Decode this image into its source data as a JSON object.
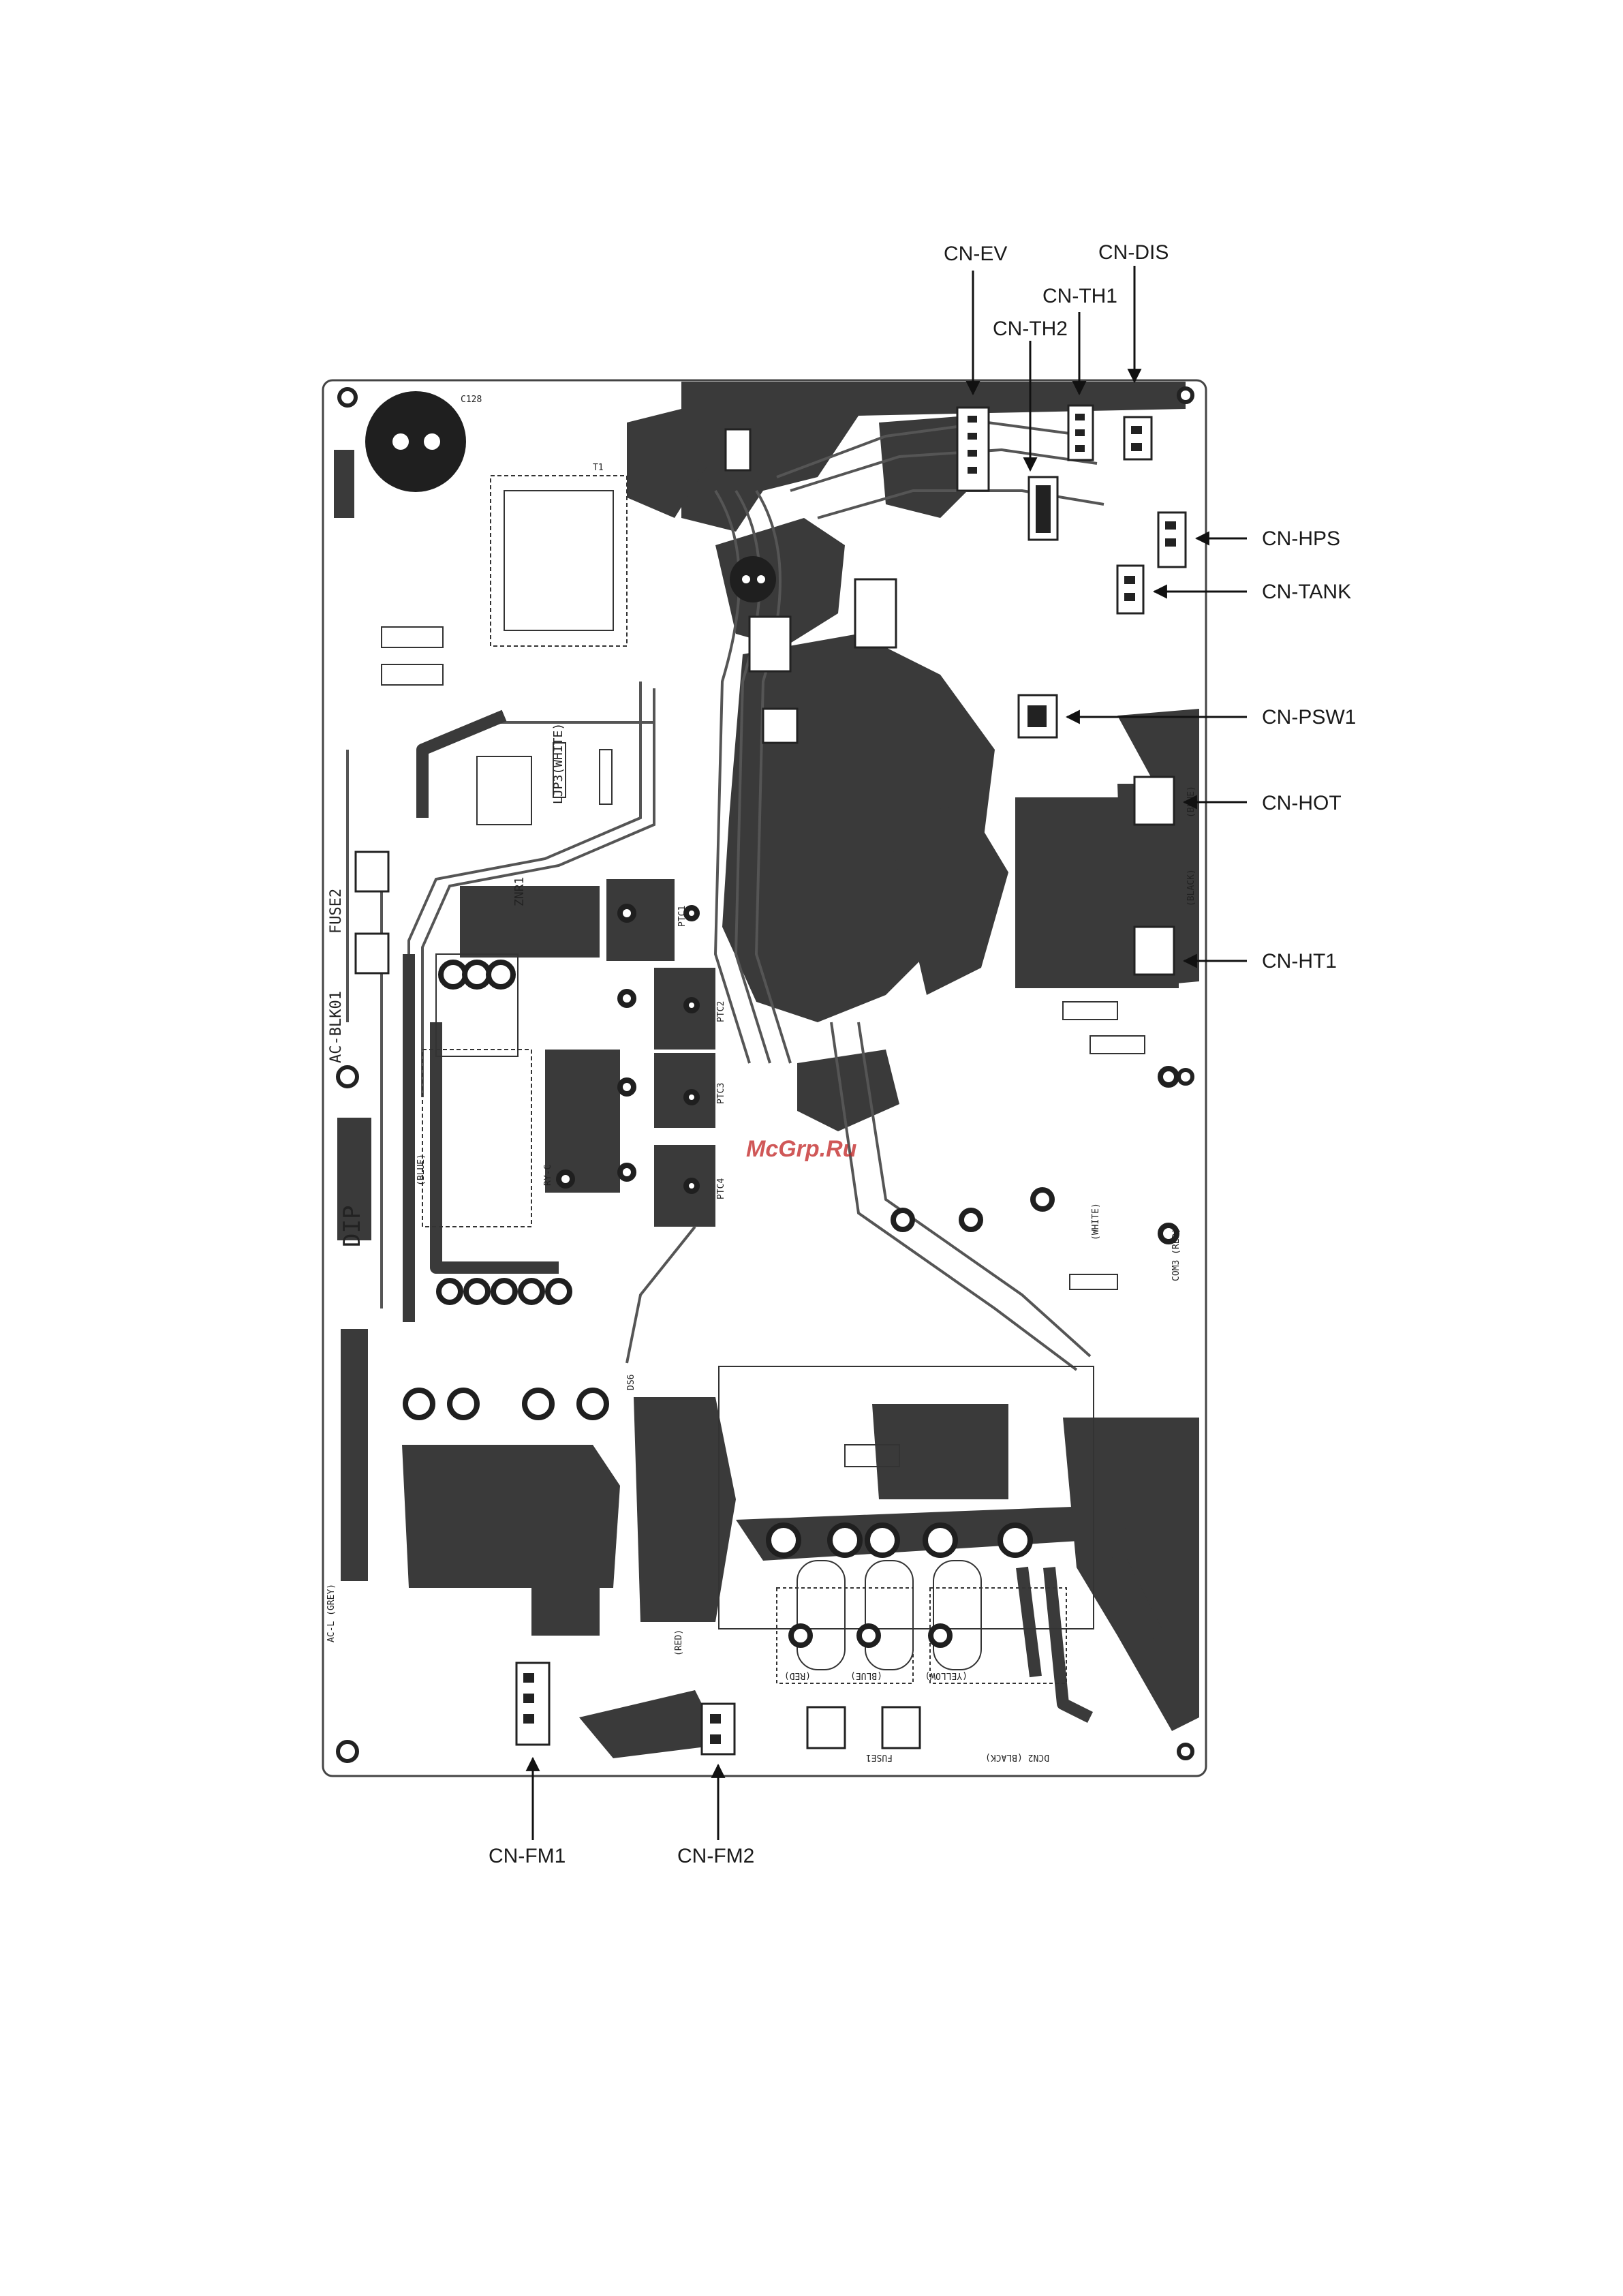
{
  "diagram": {
    "callouts": {
      "cn_ev": "CN-EV",
      "cn_dis": "CN-DIS",
      "cn_th1": "CN-TH1",
      "cn_th2": "CN-TH2",
      "cn_hps": "CN-HPS",
      "cn_tank": "CN-TANK",
      "cn_psw1": "CN-PSW1",
      "cn_hot": "CN-HOT",
      "cn_ht1": "CN-HT1",
      "cn_fm1": "CN-FM1",
      "cn_fm2": "CN-FM2"
    },
    "board_labels": {
      "dip": "DIP",
      "fuse2": "FUSE2",
      "fuse1": "FUSE1",
      "ac_blk01": "AC-BLK01",
      "ac_l": "AC-L (GREY)",
      "lp3_white": "LJP3(WHITE)",
      "znr1": "ZNR1",
      "ptc1": "PTC1",
      "ptc2": "PTC2",
      "ptc3": "PTC3",
      "ptc4": "PTC4",
      "ry_c": "RY-C",
      "blue": "(BLUE)",
      "black": "(BLACK)",
      "red": "(RED)",
      "yellow": "(YELLOW)",
      "white": "(WHITE)",
      "com3_red": "COM3 (RED)",
      "dcn2_black": "DCN2 (BLACK)",
      "ds6": "DS6",
      "watermark": "McGrp.Ru"
    }
  }
}
